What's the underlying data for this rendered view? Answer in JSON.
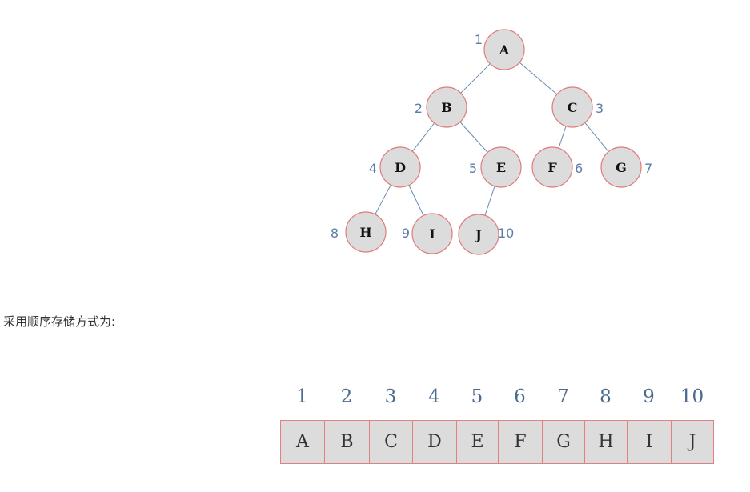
{
  "tree": {
    "nodes": [
      {
        "label": "A",
        "index": "1",
        "parent": null
      },
      {
        "label": "B",
        "index": "2",
        "parent": 0
      },
      {
        "label": "C",
        "index": "3",
        "parent": 0
      },
      {
        "label": "D",
        "index": "4",
        "parent": 1
      },
      {
        "label": "E",
        "index": "5",
        "parent": 1
      },
      {
        "label": "F",
        "index": "6",
        "parent": 2
      },
      {
        "label": "G",
        "index": "7",
        "parent": 2
      },
      {
        "label": "H",
        "index": "8",
        "parent": 3
      },
      {
        "label": "I",
        "index": "9",
        "parent": 3
      },
      {
        "label": "J",
        "index": "10",
        "parent": 4
      }
    ],
    "colors": {
      "node_fill": "#dcdcdc",
      "node_stroke": "#e07a7a",
      "edge": "#6a8cb0",
      "index_text": "#5a7ea8",
      "node_text": "#111111"
    }
  },
  "caption": "采用顺序存储方式为:",
  "array": {
    "indices": [
      "1",
      "2",
      "3",
      "4",
      "5",
      "6",
      "7",
      "8",
      "9",
      "10"
    ],
    "cells": [
      "A",
      "B",
      "C",
      "D",
      "E",
      "F",
      "G",
      "H",
      "I",
      "J"
    ]
  }
}
